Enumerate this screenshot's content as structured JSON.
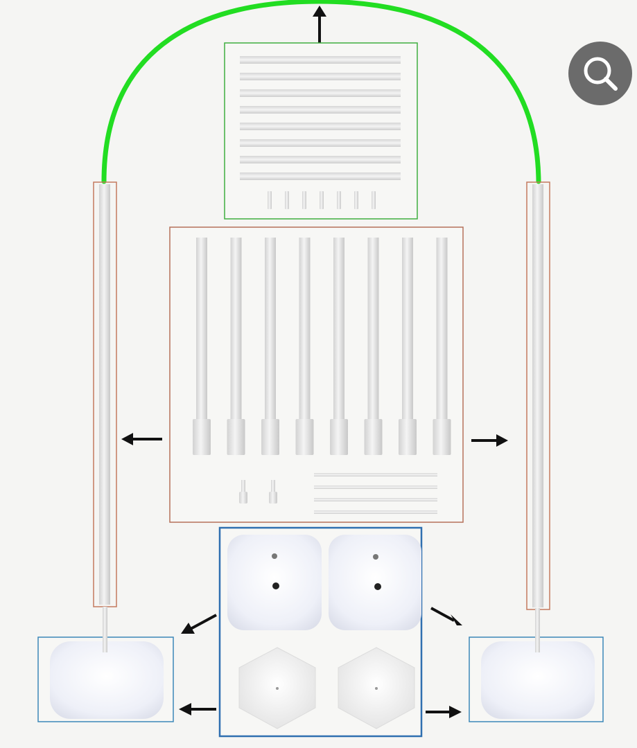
{
  "diagram": {
    "description_visible_text": "",
    "colors": {
      "background": "#f5f5f3",
      "arch": "#22dd22",
      "top_box_border": "#3fae3f",
      "middle_box_border": "#b5715a",
      "post_box_border": "#c47a5e",
      "bottom_box_border": "#2f6fb0",
      "base_box_border": "#3b87b8",
      "arrow": "#111111",
      "zoom_button": "#6b6b6b"
    },
    "parts": {
      "arch_tubes_horizontal": 8,
      "arch_connectors": 7,
      "vertical_poles": 8,
      "small_connectors": 2,
      "thin_rods": 4,
      "square_bases": 2,
      "hexagon_plates": 2
    },
    "icons": {
      "zoom": "search-icon",
      "arrows": "arrow-icon"
    }
  }
}
